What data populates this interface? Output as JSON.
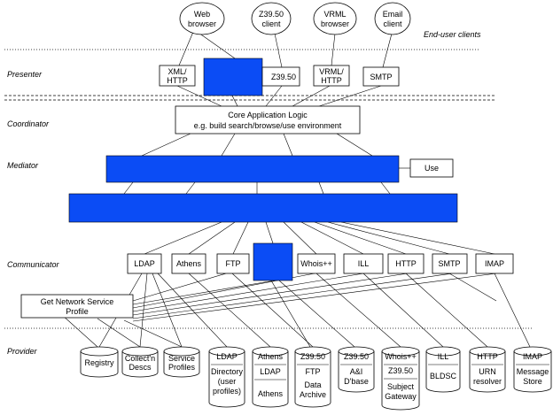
{
  "layers": {
    "end_user": "End-user clients",
    "presenter": "Presenter",
    "coordinator": "Coordinator",
    "mediator": "Mediator",
    "communicator": "Communicator",
    "provider": "Provider"
  },
  "clients": [
    {
      "l1": "Web",
      "l2": "browser"
    },
    {
      "l1": "Z39.50",
      "l2": "client"
    },
    {
      "l1": "VRML",
      "l2": "browser"
    },
    {
      "l1": "Email",
      "l2": "client"
    }
  ],
  "presenter_boxes": [
    {
      "l1": "XML/",
      "l2": "HTTP"
    },
    {
      "l1": "Z39.50",
      "l2": ""
    },
    {
      "l1": "VRML/",
      "l2": "HTTP"
    },
    {
      "l1": "SMTP",
      "l2": ""
    }
  ],
  "coordinator": {
    "l1": "Core Application Logic",
    "l2": "e.g. build search/browse/use environment"
  },
  "use_box": "Use",
  "communicator_boxes": [
    "LDAP",
    "Athens",
    "FTP",
    "Whois++",
    "ILL",
    "HTTP",
    "SMTP",
    "IMAP"
  ],
  "profile_box": {
    "l1": "Get Network Service",
    "l2": "Profile"
  },
  "providers": [
    {
      "lines": [
        "Registry"
      ]
    },
    {
      "lines": [
        "Collect'n",
        "Descs"
      ]
    },
    {
      "lines": [
        "Service",
        "Profiles"
      ]
    },
    {
      "lines": [
        "LDAP",
        "Directory",
        "(user",
        "profiles)"
      ]
    },
    {
      "lines": [
        "Athens",
        "LDAP",
        "Athens"
      ]
    },
    {
      "lines": [
        "Z39.50",
        "FTP",
        "Data",
        "Archive"
      ]
    },
    {
      "lines": [
        "Z39.50",
        "A&I",
        "D'base"
      ]
    },
    {
      "lines": [
        "Whois++",
        "Z39.50",
        "Subject",
        "Gateway"
      ]
    },
    {
      "lines": [
        "ILL",
        "BLDSC"
      ]
    },
    {
      "lines": [
        "HTTP",
        "URN",
        "resolver"
      ]
    },
    {
      "lines": [
        "IMAP",
        "Message",
        "Store"
      ]
    }
  ],
  "colors": {
    "blue": "#0b4cf5"
  }
}
